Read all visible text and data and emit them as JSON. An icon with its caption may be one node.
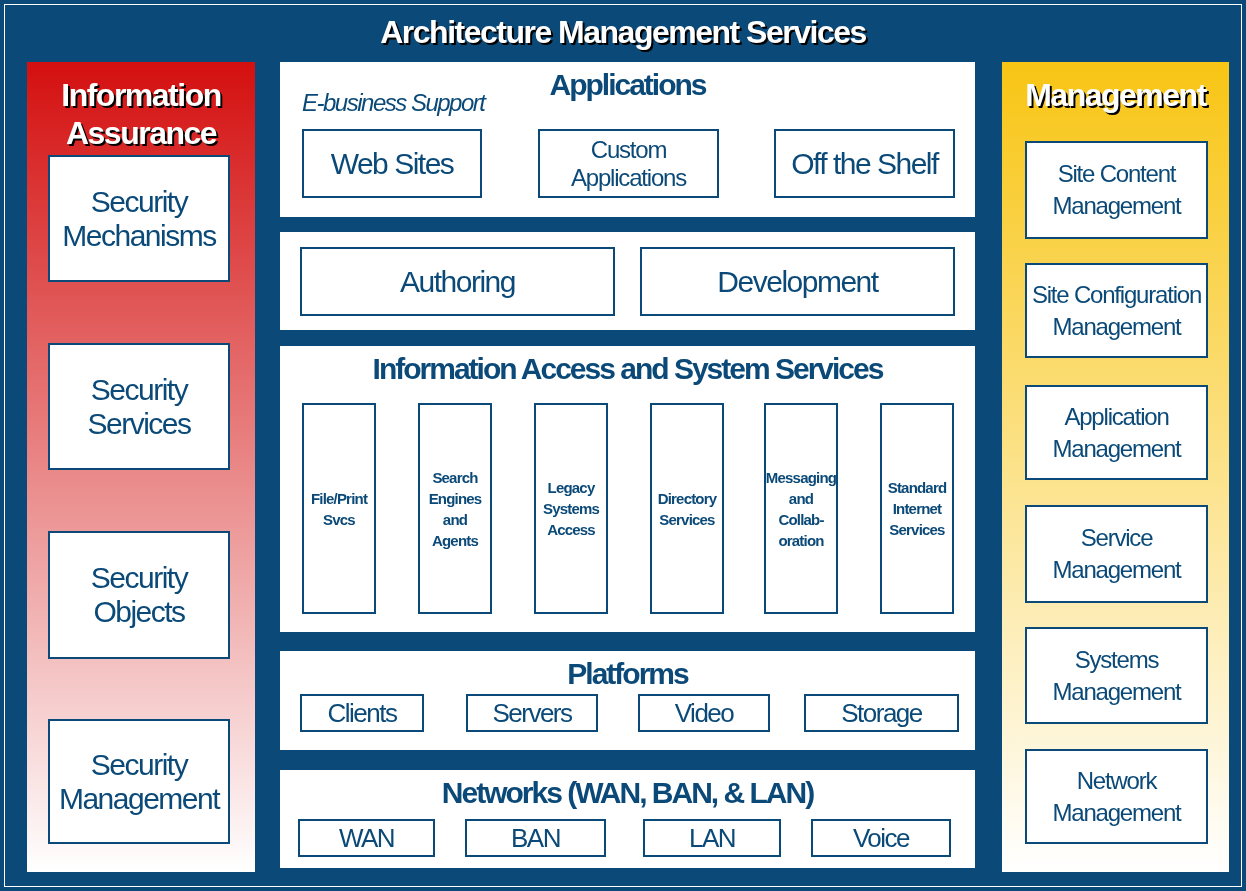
{
  "diagram": {
    "nodes": [
      {
        "text": [
          "Architecture Management Services"
        ]
      },
      {
        "text": [
          "Information Assurance"
        ],
        "in": 0
      },
      {
        "text": [
          "Security Mechanisms"
        ],
        "in": 1
      },
      {
        "text": [
          "Security Services"
        ],
        "in": 1
      },
      {
        "text": [
          "Security Objects"
        ],
        "in": 1
      },
      {
        "text": [
          "Security Management"
        ],
        "in": 1
      },
      {
        "text": [
          "E-business Support",
          "Applications"
        ],
        "in": 0
      },
      {
        "text": [
          "Web Sites"
        ],
        "in": 6
      },
      {
        "text": [
          "Custom Applications"
        ],
        "in": 6
      },
      {
        "text": [
          "Off the Shelf"
        ],
        "in": 6
      },
      {
        "text": [],
        "shape": "box",
        "in": 0
      },
      {
        "text": [
          "Authoring"
        ],
        "in": 10
      },
      {
        "text": [
          "Development"
        ],
        "in": 10
      },
      {
        "text": [
          "Information Access and System Services"
        ],
        "in": 0
      },
      {
        "text": [
          "File/Print Svcs"
        ],
        "in": 13
      },
      {
        "text": [
          "Search Engines and Agents"
        ],
        "in": 13
      },
      {
        "text": [
          "Legacy Systems Access"
        ],
        "in": 13
      },
      {
        "text": [
          "Directory Services"
        ],
        "in": 13
      },
      {
        "text": [
          "Messaging and Collab- oration"
        ],
        "in": 13
      },
      {
        "text": [
          "Standard Internet Services"
        ],
        "in": 13
      },
      {
        "text": [
          "Platforms"
        ],
        "in": 0
      },
      {
        "text": [
          "Clients"
        ],
        "in": 20
      },
      {
        "text": [
          "Servers"
        ],
        "in": 20
      },
      {
        "text": [
          "Video"
        ],
        "in": 20
      },
      {
        "text": [
          "Storage"
        ],
        "in": 20
      },
      {
        "text": [
          "Networks (WAN, BAN, & LAN)"
        ],
        "in": 0
      },
      {
        "text": [
          "WAN"
        ],
        "in": 25
      },
      {
        "text": [
          "BAN"
        ],
        "in": 25
      },
      {
        "text": [
          "LAN"
        ],
        "in": 25
      },
      {
        "text": [
          "Voice"
        ],
        "in": 25
      },
      {
        "text": [
          "Management"
        ],
        "in": 0
      },
      {
        "text": [
          "Site Content Management"
        ],
        "in": 30
      },
      {
        "text": [
          "Site Configuration Management"
        ],
        "in": 30
      },
      {
        "text": [
          "Application Management"
        ],
        "in": 30
      },
      {
        "text": [
          "Service Management"
        ],
        "in": 30
      },
      {
        "text": [
          "Systems Management"
        ],
        "in": 30
      },
      {
        "text": [
          "Network Management"
        ],
        "in": 30
      }
    ],
    "edges": []
  }
}
